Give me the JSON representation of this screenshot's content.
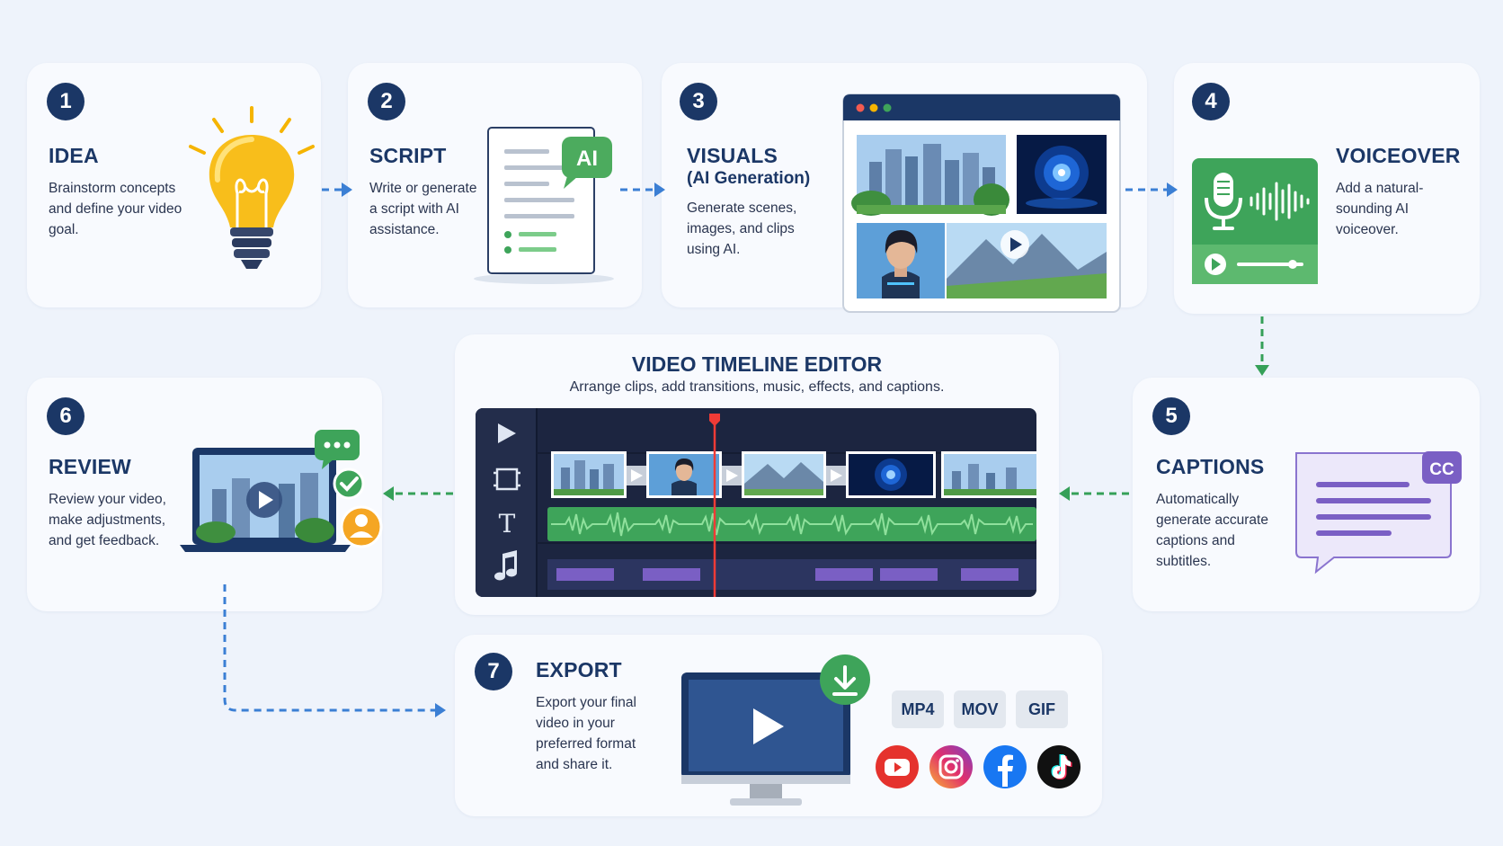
{
  "steps": [
    {
      "num": "1",
      "title": "IDEA",
      "desc": "Brainstorm concepts and define your video goal."
    },
    {
      "num": "2",
      "title": "SCRIPT",
      "desc": "Write or generate a script with AI assistance.",
      "badge": "AI"
    },
    {
      "num": "3",
      "title": "VISUALS",
      "subtitle": "(AI Generation)",
      "desc": "Generate scenes, images, and clips using AI."
    },
    {
      "num": "4",
      "title": "VOICEOVER",
      "desc": "Add a natural-sounding AI voiceover."
    },
    {
      "num": "5",
      "title": "CAPTIONS",
      "desc": "Automatically generate accurate captions and subtitles.",
      "badge": "CC"
    },
    {
      "num": "6",
      "title": "REVIEW",
      "desc": "Review your video, make adjustments, and get feedback."
    },
    {
      "num": "7",
      "title": "EXPORT",
      "desc": "Export your final video in your preferred format and share it."
    }
  ],
  "timeline": {
    "title": "VIDEO TIMELINE EDITOR",
    "subtitle": "Arrange clips, add transitions, music, effects, and captions.",
    "tools": [
      "play-icon",
      "crop-frame-icon",
      "text-icon",
      "music-note-icon"
    ]
  },
  "export": {
    "formats": [
      "MP4",
      "MOV",
      "GIF"
    ],
    "platforms": [
      "youtube-icon",
      "instagram-icon",
      "facebook-icon",
      "tiktok-icon"
    ]
  },
  "colors": {
    "navy": "#1b3766",
    "arrow_blue": "#3b7fd4",
    "arrow_green": "#35a058",
    "green": "#3ea45a",
    "purple": "#7a5fc4"
  }
}
